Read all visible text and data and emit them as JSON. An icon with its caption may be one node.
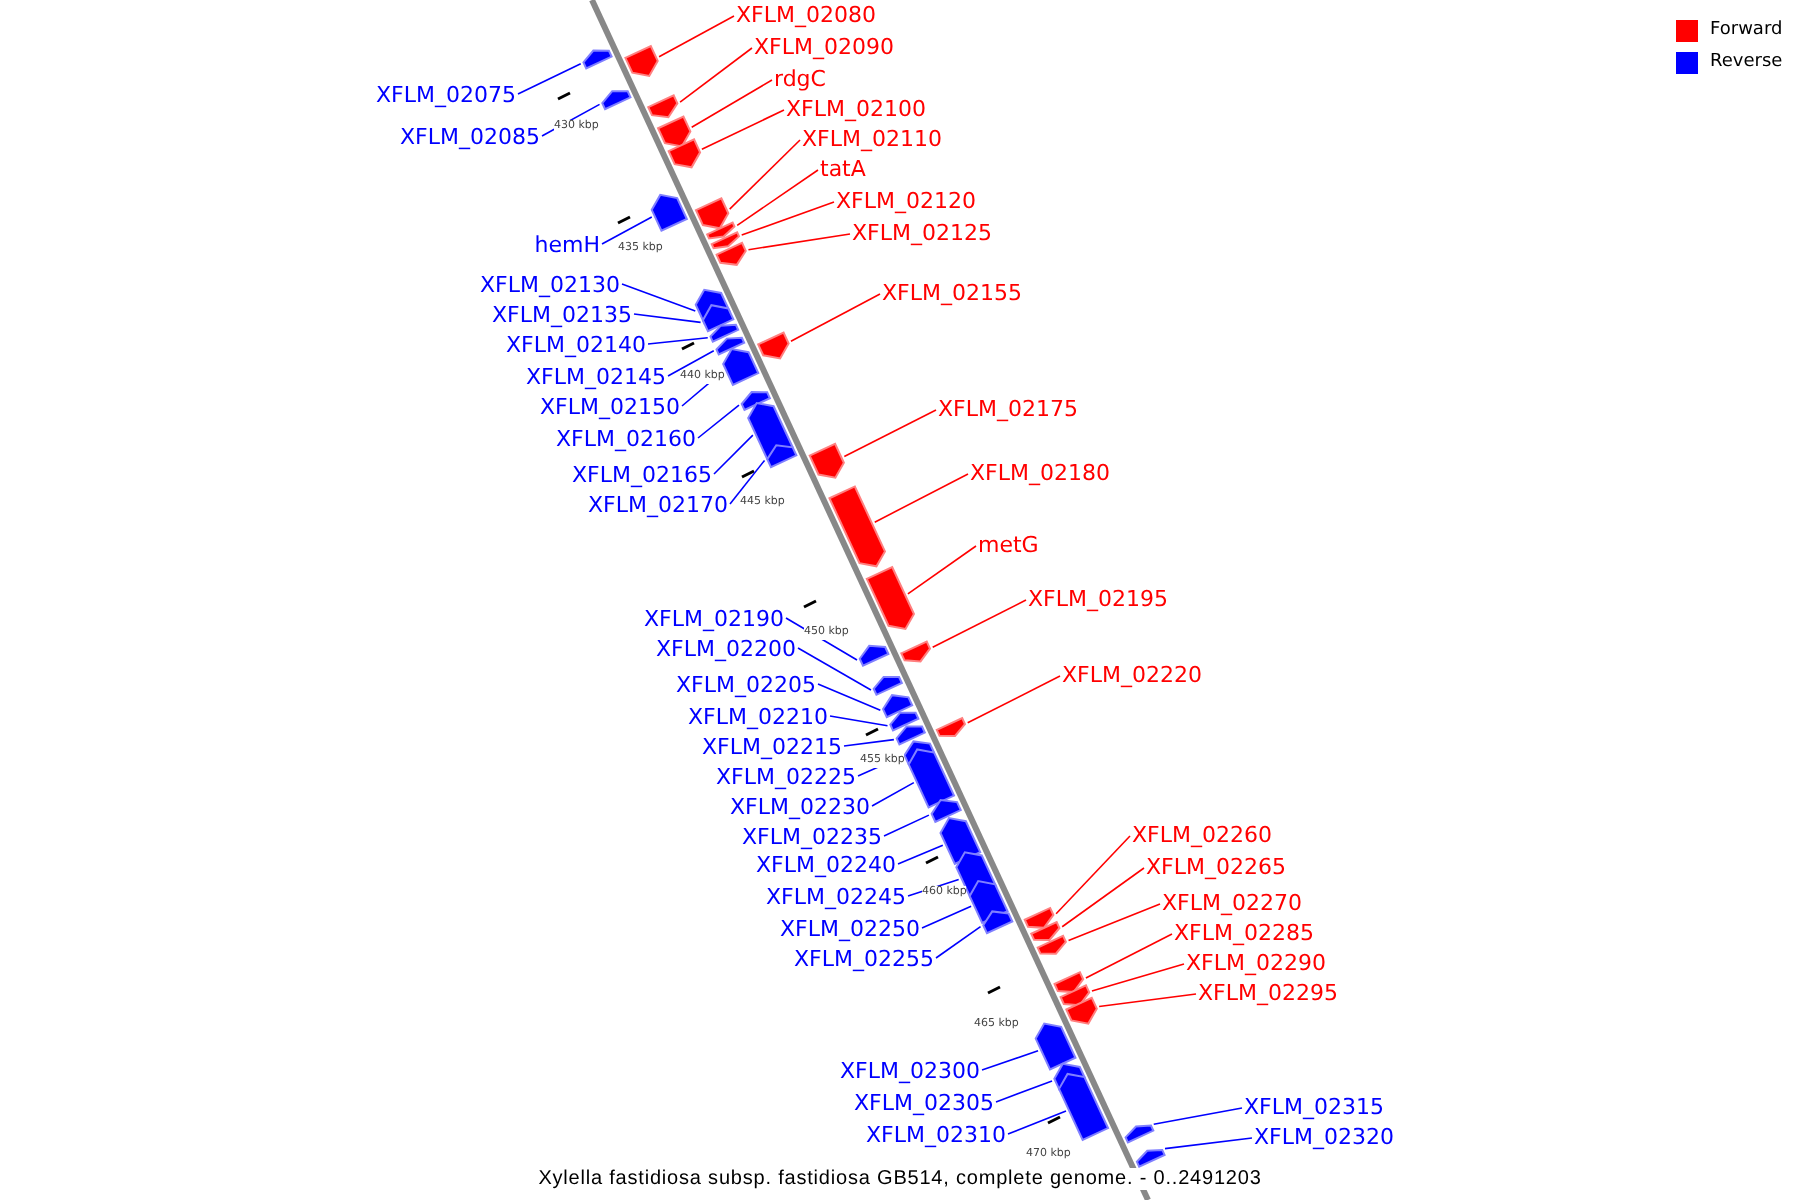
{
  "diagram": {
    "caption": "Xylella fastidiosa subsp. fastidiosa GB514, complete genome. - 0..2491203",
    "nodes": [
      {
        "text": [
          "XFLM_02080"
        ]
      },
      {
        "text": [
          "XFLM_02090"
        ]
      },
      {
        "text": [
          "rdgC"
        ]
      },
      {
        "text": [
          "XFLM_02075"
        ]
      },
      {
        "text": [
          "XFLM_02100"
        ]
      },
      {
        "text": [
          "XFLM_02085"
        ]
      },
      {
        "text": [
          "XFLM_02110"
        ]
      },
      {
        "text": [
          "tatA"
        ]
      },
      {
        "text": [
          "XFLM_02120"
        ]
      },
      {
        "text": [
          "XFLM_02125"
        ]
      },
      {
        "text": [
          "hemH"
        ]
      },
      {
        "text": [
          "XFLM_02130"
        ]
      },
      {
        "text": [
          "XFLM_02155"
        ]
      },
      {
        "text": [
          "XFLM_02135"
        ]
      },
      {
        "text": [
          "XFLM_02140"
        ]
      },
      {
        "text": [
          "XFLM_02145"
        ]
      },
      {
        "text": [
          "XFLM_02150"
        ]
      },
      {
        "text": [
          "XFLM_02175"
        ]
      },
      {
        "text": [
          "XFLM_02160"
        ]
      },
      {
        "text": [
          "XFLM_02180"
        ]
      },
      {
        "text": [
          "XFLM_02165"
        ]
      },
      {
        "text": [
          "XFLM_02170"
        ]
      },
      {
        "text": [
          "metG"
        ]
      },
      {
        "text": [
          "XFLM_02195"
        ]
      },
      {
        "text": [
          "XFLM_02190"
        ]
      },
      {
        "text": [
          "XFLM_02200"
        ]
      },
      {
        "text": [
          "XFLM_02220"
        ]
      },
      {
        "text": [
          "XFLM_02205"
        ]
      },
      {
        "text": [
          "XFLM_02210"
        ]
      },
      {
        "text": [
          "XFLM_02215"
        ]
      },
      {
        "text": [
          "XFLM_02225"
        ]
      },
      {
        "text": [
          "XFLM_02230"
        ]
      },
      {
        "text": [
          "XFLM_02260"
        ]
      },
      {
        "text": [
          "XFLM_02235"
        ]
      },
      {
        "text": [
          "XFLM_02240"
        ]
      },
      {
        "text": [
          "XFLM_02265"
        ]
      },
      {
        "text": [
          "XFLM_02245"
        ]
      },
      {
        "text": [
          "XFLM_02270"
        ]
      },
      {
        "text": [
          "XFLM_02250"
        ]
      },
      {
        "text": [
          "XFLM_02285"
        ]
      },
      {
        "text": [
          "XFLM_02255"
        ]
      },
      {
        "text": [
          "XFLM_02290"
        ]
      },
      {
        "text": [
          "XFLM_02295"
        ]
      },
      {
        "text": [
          "XFLM_02300"
        ]
      },
      {
        "text": [
          "XFLM_02305"
        ]
      },
      {
        "text": [
          "XFLM_02310"
        ]
      },
      {
        "text": [
          "XFLM_02315"
        ]
      },
      {
        "text": [
          "XFLM_02320"
        ]
      },
      {
        "text": [],
        "shape": "bar"
      },
      {
        "text": [],
        "shape": "bar"
      },
      {
        "text": [],
        "shape": "bar"
      },
      {
        "text": [],
        "shape": "bar"
      },
      {
        "text": [],
        "shape": "bar"
      },
      {
        "text": [],
        "shape": "bar"
      },
      {
        "text": [],
        "shape": "bar"
      },
      {
        "text": [],
        "shape": "bar"
      },
      {
        "text": [],
        "shape": "bar"
      },
      {
        "text": [],
        "shape": "bar"
      },
      {
        "text": [],
        "shape": "bar"
      },
      {
        "text": [],
        "shape": "bar"
      },
      {
        "text": [],
        "shape": "bar"
      },
      {
        "text": [],
        "shape": "bar"
      },
      {
        "text": [],
        "shape": "bar"
      },
      {
        "text": [],
        "shape": "bar"
      },
      {
        "text": [],
        "shape": "bar"
      },
      {
        "text": [],
        "shape": "bar"
      },
      {
        "text": [],
        "shape": "bar"
      },
      {
        "text": [],
        "shape": "bar"
      },
      {
        "text": [],
        "shape": "bar"
      },
      {
        "text": [],
        "shape": "bar"
      },
      {
        "text": [],
        "shape": "bar"
      },
      {
        "text": [],
        "shape": "bar"
      },
      {
        "text": [],
        "shape": "bar"
      },
      {
        "text": [],
        "shape": "bar"
      },
      {
        "text": [],
        "shape": "bar"
      },
      {
        "text": [],
        "shape": "bar"
      },
      {
        "text": [],
        "shape": "bar"
      },
      {
        "text": [],
        "shape": "bar"
      },
      {
        "text": [],
        "shape": "bar"
      },
      {
        "text": [],
        "shape": "bar"
      },
      {
        "text": [],
        "shape": "bar"
      },
      {
        "text": [],
        "shape": "bar"
      },
      {
        "text": [],
        "shape": "bar"
      },
      {
        "text": [],
        "shape": "bar"
      },
      {
        "text": [],
        "shape": "bar"
      },
      {
        "text": [],
        "shape": "bar"
      },
      {
        "text": [],
        "shape": "bar"
      },
      {
        "text": [],
        "shape": "bar"
      },
      {
        "text": [],
        "shape": "bar"
      },
      {
        "text": [],
        "shape": "bar"
      },
      {
        "text": [],
        "shape": "bar"
      },
      {
        "text": [],
        "shape": "bar"
      },
      {
        "text": [],
        "shape": "bar"
      },
      {
        "text": [],
        "shape": "bar"
      },
      {
        "text": [],
        "shape": "bar"
      },
      {
        "text": [],
        "shape": "bar"
      }
    ],
    "edges": [
      {
        "from": 0,
        "to": 48,
        "arrow": "none",
        "color": "#ff0000"
      },
      {
        "from": 1,
        "to": 49,
        "arrow": "none",
        "color": "#ff0000"
      },
      {
        "from": 2,
        "to": 50,
        "arrow": "none",
        "color": "#ff0000"
      },
      {
        "from": 3,
        "to": 51,
        "arrow": "none"
      },
      {
        "from": 4,
        "to": 52,
        "arrow": "none",
        "color": "#ff0000"
      },
      {
        "from": 5,
        "to": 53,
        "arrow": "none"
      },
      {
        "from": 6,
        "to": 54,
        "arrow": "none",
        "color": "#ff0000"
      },
      {
        "from": 7,
        "to": 55,
        "arrow": "none",
        "color": "#ff0000"
      },
      {
        "from": 8,
        "to": 56,
        "arrow": "none",
        "color": "#ff0000"
      },
      {
        "from": 9,
        "to": 57,
        "arrow": "none",
        "color": "#ff0000"
      },
      {
        "from": 10,
        "to": 58,
        "arrow": "none"
      },
      {
        "from": 11,
        "to": 59,
        "arrow": "none"
      },
      {
        "from": 12,
        "to": 60,
        "arrow": "none",
        "color": "#ff0000"
      },
      {
        "from": 13,
        "to": 61,
        "arrow": "none"
      },
      {
        "from": 14,
        "to": 62,
        "arrow": "none"
      },
      {
        "from": 15,
        "to": 63,
        "arrow": "none"
      },
      {
        "from": 16,
        "to": 64,
        "arrow": "none"
      },
      {
        "from": 17,
        "to": 65,
        "arrow": "none",
        "color": "#ff0000"
      },
      {
        "from": 18,
        "to": 66,
        "arrow": "none"
      },
      {
        "from": 19,
        "to": 67,
        "arrow": "none",
        "color": "#ff0000"
      },
      {
        "from": 20,
        "to": 68,
        "arrow": "none"
      },
      {
        "from": 21,
        "to": 69,
        "arrow": "none"
      },
      {
        "from": 22,
        "to": 70,
        "arrow": "none",
        "color": "#ff0000"
      },
      {
        "from": 23,
        "to": 71,
        "arrow": "none",
        "color": "#ff0000"
      },
      {
        "from": 24,
        "to": 72,
        "arrow": "none"
      },
      {
        "from": 25,
        "to": 73,
        "arrow": "none"
      },
      {
        "from": 26,
        "to": 74,
        "arrow": "none",
        "color": "#ff0000"
      },
      {
        "from": 27,
        "to": 75,
        "arrow": "none"
      },
      {
        "from": 28,
        "to": 76,
        "arrow": "none"
      },
      {
        "from": 29,
        "to": 77,
        "arrow": "none"
      },
      {
        "from": 30,
        "to": 78,
        "arrow": "none"
      },
      {
        "from": 31,
        "to": 79,
        "arrow": "none"
      },
      {
        "from": 32,
        "to": 80,
        "arrow": "none",
        "color": "#ff0000"
      },
      {
        "from": 33,
        "to": 81,
        "arrow": "none"
      },
      {
        "from": 34,
        "to": 82,
        "arrow": "none"
      },
      {
        "from": 35,
        "to": 83,
        "arrow": "none",
        "color": "#ff0000"
      },
      {
        "from": 36,
        "to": 84,
        "arrow": "none"
      },
      {
        "from": 37,
        "to": 85,
        "arrow": "none",
        "color": "#ff0000"
      },
      {
        "from": 38,
        "to": 86,
        "arrow": "none"
      },
      {
        "from": 39,
        "to": 87,
        "arrow": "none",
        "color": "#ff0000"
      },
      {
        "from": 40,
        "to": 88,
        "arrow": "none"
      },
      {
        "from": 41,
        "to": 89,
        "arrow": "none",
        "color": "#ff0000"
      },
      {
        "from": 42,
        "to": 90,
        "arrow": "none",
        "color": "#ff0000"
      },
      {
        "from": 43,
        "to": 91,
        "arrow": "none"
      },
      {
        "from": 44,
        "to": 92,
        "arrow": "none"
      },
      {
        "from": 45,
        "to": 93,
        "arrow": "none"
      },
      {
        "from": 46,
        "to": 94,
        "arrow": "none"
      },
      {
        "from": 47,
        "to": 95,
        "arrow": "none"
      }
    ],
    "labels": [
      "430 kbp",
      "435 kbp",
      "440 kbp",
      "445 kbp",
      "450 kbp",
      "455 kbp",
      "460 kbp",
      "465 kbp",
      "470 kbp"
    ],
    "legend": [
      {
        "text": "Forward",
        "color": "#ff0000"
      },
      {
        "text": "Reverse",
        "color": "#0000ff"
      }
    ]
  }
}
